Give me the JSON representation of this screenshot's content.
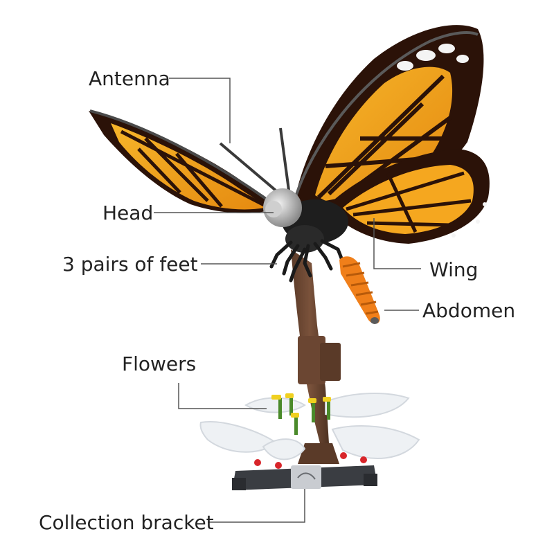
{
  "labels": {
    "antenna": "Antenna",
    "head": "Head",
    "feet": "3 pairs of feet",
    "wing": "Wing",
    "abdomen": "Abdomen",
    "flowers": "Flowers",
    "bracket": "Collection bracket"
  },
  "colors": {
    "wing_orange": "#f2a21a",
    "wing_black": "#2b1208",
    "stem_brown": "#6b4632",
    "abdomen_orange": "#f07f1a",
    "petal_white": "#eef1f4",
    "base_gray": "#3a3d42",
    "leader_line": "#555555"
  }
}
